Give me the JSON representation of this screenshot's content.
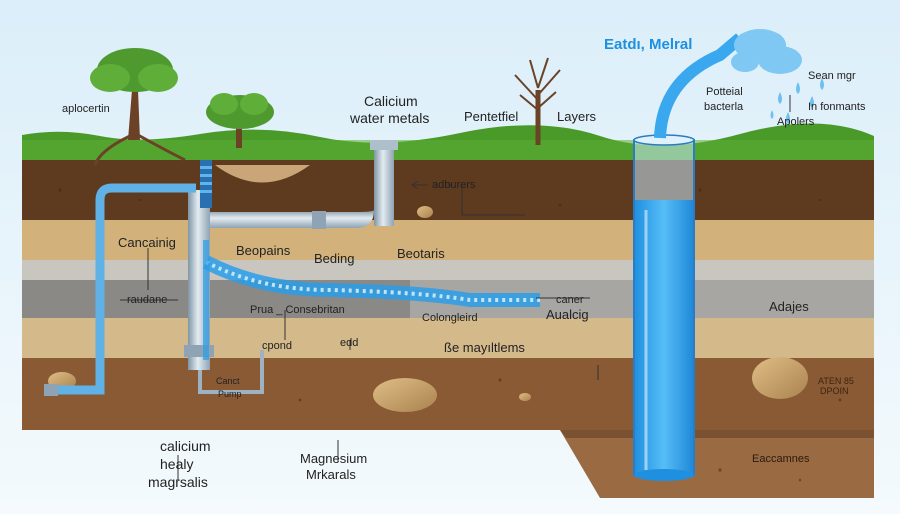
{
  "title": "Eatdı, Melral",
  "labels": {
    "calcium_water_metals_1": "Calicium",
    "calcium_water_metals_2": "water metals",
    "roots": "aplocertin",
    "potential": "Pentetfiel",
    "layers": "Layers",
    "potential_bacteria_1": "Potteial",
    "potential_bacteria_2": "bacterla",
    "sean_ingr": "Sean mgr",
    "in_formants": "In fonmants",
    "aporels": "Apolers",
    "adducers": "adburers",
    "canging": "Cancainig",
    "bedpains": "Beopains",
    "bedling": "Beding",
    "bedtaris": "Beotaris",
    "raudane": "raudane",
    "press_consebritan": "Prua _ Consebritan",
    "colongleird": "Colongleird",
    "caner": "caner",
    "aualeig": "Aualcig",
    "adajes": "Adajes",
    "cpond": "cpond",
    "edd": "edd",
    "see_may_items": "ße mayıltlems",
    "canct_pump_1": "Canct",
    "canct_pump_2": "Pump",
    "aten_dpon_1": "ATEN 85",
    "aten_dpon_2": "DPOIN",
    "calicium_healy_1": "calicium",
    "calicium_healy_2": "healy",
    "calicium_healy_3": "magrsalis",
    "magnesium_1": "Magnesium",
    "magnesium_2": "Mrkarals",
    "eaccaimes": "Eaccamnes"
  },
  "colors": {
    "sky": "#e6f3fb",
    "grass": "#4a9a2a",
    "topsoil": "#5e3a1f",
    "sand": "#d2b27a",
    "gray_light": "#c9c6bf",
    "gray_dark": "#8a8986",
    "tan": "#d4b98a",
    "clay": "#8a5a34",
    "water": "#2a9ee8",
    "pipe": "#aebfcc"
  }
}
